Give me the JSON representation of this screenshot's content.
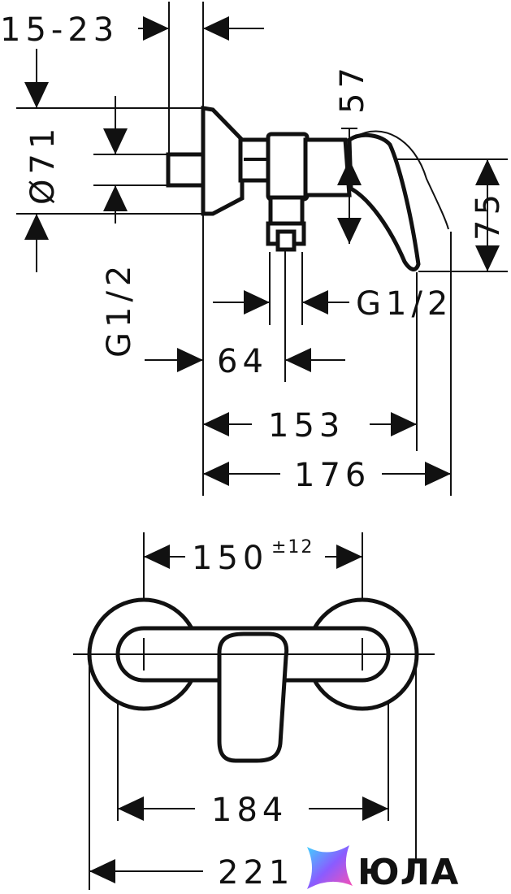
{
  "drawing": {
    "side_view": {
      "dim_wall_adjust": "15-23",
      "dim_diameter": "Ø71",
      "dim_thread_left": "G1/2",
      "dim_57": "57",
      "dim_75": "75",
      "dim_thread_right": "G1/2",
      "dim_64": "64",
      "dim_153": "153",
      "dim_176": "176"
    },
    "front_view": {
      "dim_150": "150",
      "dim_150_tolerance": "±12",
      "dim_184": "184",
      "dim_221": "221"
    }
  },
  "brand": {
    "name": "ЮЛА",
    "colors": {
      "gradient_start": "#3fd3ff",
      "gradient_mid": "#8a5cff",
      "gradient_end": "#ff4fb0"
    }
  }
}
